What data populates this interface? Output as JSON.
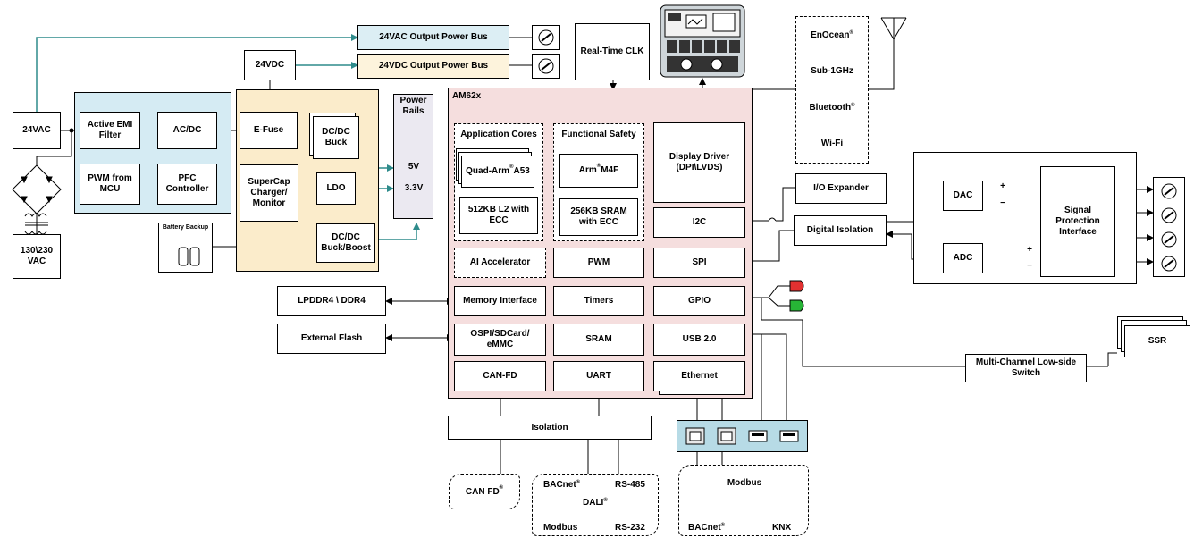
{
  "power": {
    "vac_out_bus": "24VAC Output Power Bus",
    "vdc_out_bus": "24VDC Output Power Bus",
    "vdc_in": "24VDC",
    "vac_in": "24VAC",
    "mains": "130\\230\nVAC",
    "emi_filter": "Active EMI\nFilter",
    "acdc": "AC/DC",
    "pwm_mcu": "PWM from\nMCU",
    "pfc": "PFC\nController",
    "efuse": "E-Fuse",
    "dcdc_buck": "DC/DC\nBuck",
    "ldo": "LDO",
    "supercap": "SuperCap\nCharger/\nMonitor",
    "buck_boost": "DC/DC\nBuck/Boost",
    "battery": "Battery Backup",
    "rails_title": "Power\nRails",
    "rail_5v": "5V",
    "rail_33v": "3.3V"
  },
  "soc": {
    "title": "AM62x",
    "app_cores": "Application Cores",
    "a53_prefix": "Quad-Arm",
    "a53_suffix": " A53",
    "l2": "512KB L2 with\nECC",
    "func_safety": "Functional Safety",
    "m4f_prefix": "Arm",
    "m4f_suffix": " M4F",
    "sram_ecc": "256KB SRAM\nwith ECC",
    "display_driver": "Display Driver\n(DPI\\LVDS)",
    "i2c": "I2C",
    "ai_acc": "AI Accelerator",
    "pwm": "PWM",
    "spi": "SPI",
    "mem_if": "Memory Interface",
    "timers": "Timers",
    "gpio": "GPIO",
    "ospi": "OSPI/SDCard/\neMMC",
    "sram": "SRAM",
    "usb": "USB 2.0",
    "canfd": "CAN-FD",
    "uart": "UART",
    "ethernet": "Ethernet",
    "reg_mark": "®"
  },
  "peripherals": {
    "rtc": "Real-Time CLK",
    "lpddr": "LPDDR4 \\ DDR4",
    "ext_flash": "External Flash",
    "io_exp": "I/O Expander",
    "dig_iso": "Digital Isolation",
    "dac": "DAC",
    "adc": "ADC",
    "spi_if": "Signal\nProtection\nInterface",
    "ssr": "SSR",
    "lowside": "Multi-Channel Low-side\nSwitch",
    "isolation": "Isolation",
    "amp_plus": "+",
    "amp_minus": "−"
  },
  "wireless": {
    "enocean": "EnOcean",
    "sub1ghz": "Sub-1GHz",
    "bluetooth": "Bluetooth",
    "wifi": "Wi-Fi"
  },
  "protocols": {
    "canfd": "CAN FD",
    "bacnet": "BACnet",
    "rs485": "RS-485",
    "dali": "DALI",
    "modbus": "Modbus",
    "rs232": "RS-232",
    "modbus2": "Modbus",
    "bacnet2": "BACnet",
    "knx": "KNX"
  },
  "colors": {
    "teal": "#2e8b8b",
    "vac_bus_fill": "#dceef4",
    "vdc_bus_fill": "#fdf3dc",
    "emi_region": "#d5ebf3",
    "efuse_region": "#fbeccb",
    "rails_fill": "#ebe9f1",
    "soc_fill": "#f5dede",
    "eth_port_fill": "#b7dbe6",
    "led_red": "#e23030",
    "led_green": "#27b536"
  },
  "icons": [
    "screw-terminal-icon",
    "antenna-icon",
    "display-panel-icon",
    "bridge-rectifier-icon",
    "transformer-icon",
    "battery-icon",
    "led-icon",
    "rj45-icon",
    "usb-port-icon",
    "opamp-icon"
  ]
}
